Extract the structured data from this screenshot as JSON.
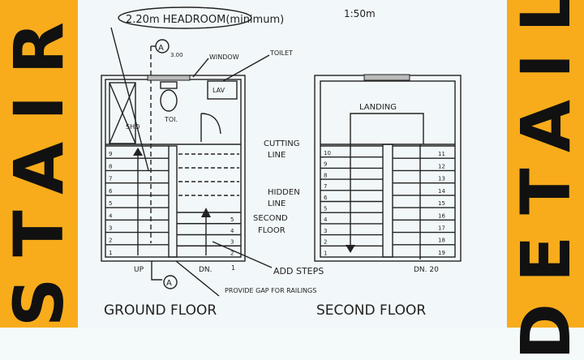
{
  "left_banner": {
    "text": "STAIR"
  },
  "right_banner": {
    "text": "DETAIL"
  },
  "colors": {
    "banner": "#f8ac1b",
    "banner_text": "#111111",
    "paper": "#f2f8f9",
    "ink": "#222222"
  },
  "notes": {
    "headroom": "2.20m HEADROOM(minimum)",
    "scale": "1:50m",
    "window": "WINDOW",
    "toilet": "TOILET",
    "lav": "LAV",
    "toi": "TOI.",
    "sho": "SHO",
    "section_mark": "A",
    "section_dim": "3.00",
    "cutting_line": [
      "CUTTING",
      "LINE"
    ],
    "hidden_line": [
      "HIDDEN",
      "LINE"
    ],
    "second_floor_note": [
      "SECOND",
      "FLOOR"
    ],
    "add_steps": "ADD STEPS",
    "railings": "PROVIDE GAP FOR RAILINGS",
    "landing": "LANDING"
  },
  "ground_floor": {
    "title": "GROUND FLOOR",
    "up": "UP",
    "dn": "DN.",
    "dn_step": "1",
    "left_steps": [
      "1",
      "2",
      "3",
      "4",
      "5",
      "6",
      "7",
      "8",
      "9"
    ],
    "right_steps": [
      "2",
      "3",
      "4",
      "5"
    ]
  },
  "second_floor": {
    "title": "SECOND FLOOR",
    "dn": "DN. 20",
    "left_steps": [
      "1",
      "2",
      "3",
      "4",
      "5",
      "6",
      "7",
      "8",
      "9",
      "10"
    ],
    "right_steps": [
      "19",
      "18",
      "17",
      "16",
      "15",
      "14",
      "13",
      "12",
      "11"
    ]
  }
}
